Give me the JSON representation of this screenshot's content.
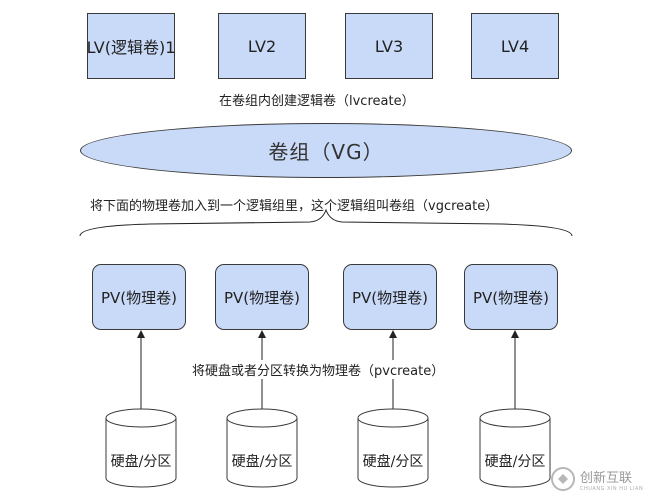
{
  "logical_volumes": [
    {
      "label": "LV(逻辑卷)1"
    },
    {
      "label": "LV2"
    },
    {
      "label": "LV3"
    },
    {
      "label": "LV4"
    }
  ],
  "lvcreate_caption": "在卷组内创建逻辑卷（lvcreate）",
  "volume_group": {
    "label": "卷组（VG）"
  },
  "vgcreate_caption": "将下面的物理卷加入到一个逻辑组里，这个逻辑组叫卷组（vgcreate）",
  "physical_volumes": [
    {
      "label": "PV(物理卷)"
    },
    {
      "label": "PV(物理卷)"
    },
    {
      "label": "PV(物理卷)"
    },
    {
      "label": "PV(物理卷)"
    }
  ],
  "pvcreate_caption": "将硬盘或者分区转换为物理卷（pvcreate）",
  "disks": [
    {
      "label": "硬盘/分区"
    },
    {
      "label": "硬盘/分区"
    },
    {
      "label": "硬盘/分区"
    },
    {
      "label": "硬盘/分区"
    }
  ],
  "watermark": {
    "text": "创新互联",
    "sub": "CHUANG XIN HU LIAN"
  },
  "colors": {
    "box_fill": "#c9daf8",
    "stroke": "#3a3a3a",
    "background": "#ffffff"
  }
}
